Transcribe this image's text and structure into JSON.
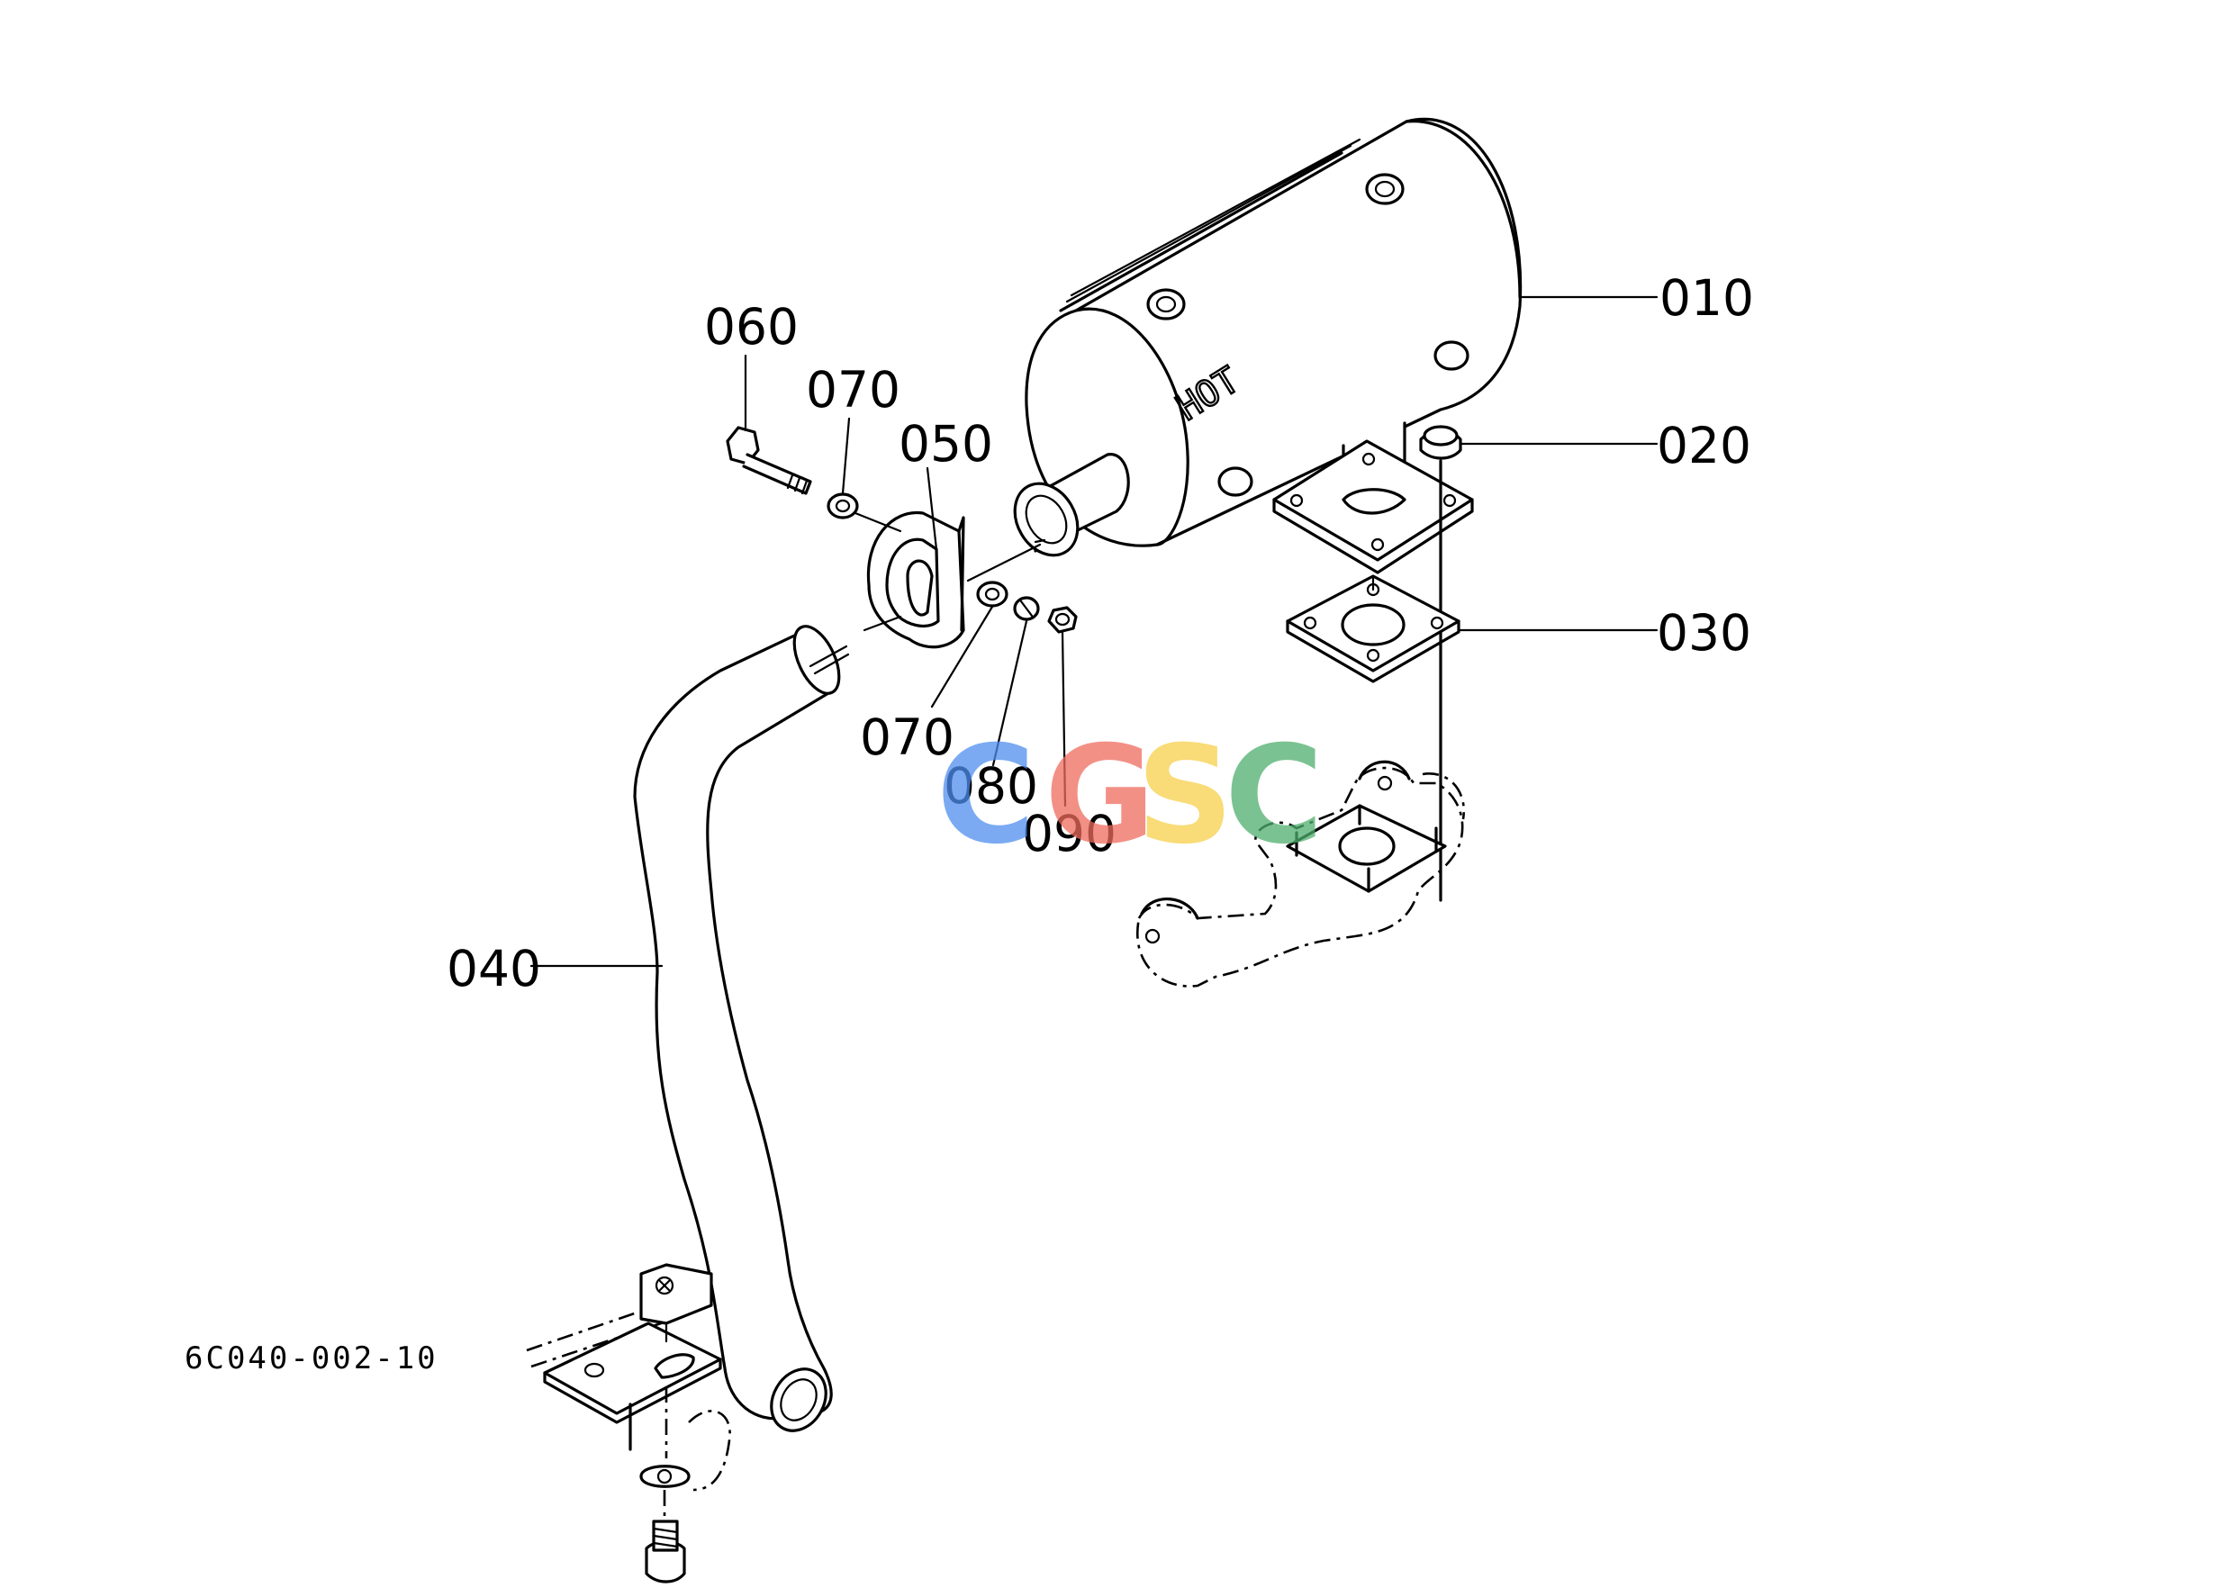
{
  "diagram": {
    "part_labels": {
      "p010": "010",
      "p020": "020",
      "p030": "030",
      "p040": "040",
      "p050": "050",
      "p060": "060",
      "p070a": "070",
      "p070b": "070",
      "p080": "080",
      "p090": "090"
    },
    "muffler_marking": "HOT",
    "drawing_code": "6C040-002-10"
  },
  "watermark": {
    "letters": [
      "C",
      "G",
      "S",
      "C"
    ],
    "colors": [
      "#4f8ef0",
      "#ef6b5e",
      "#f7cf4a",
      "#4fae6e"
    ]
  }
}
